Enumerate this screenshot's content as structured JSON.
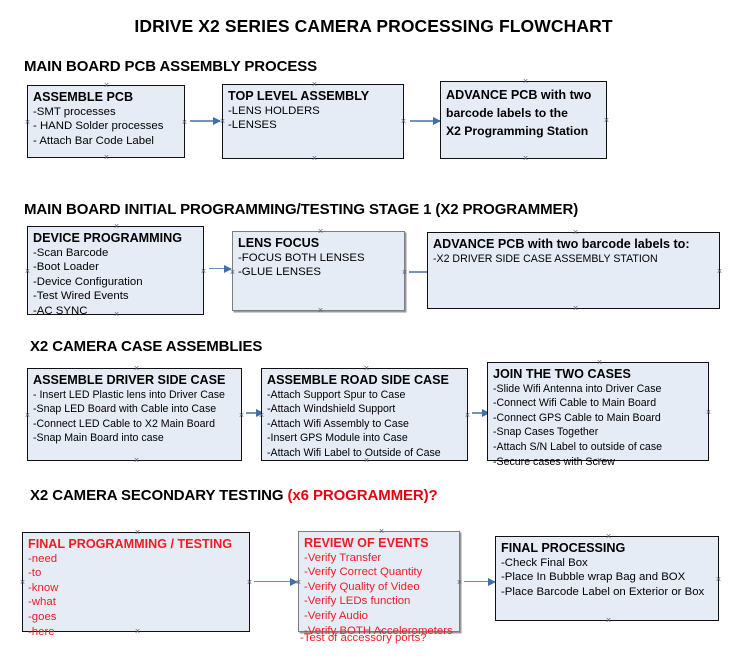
{
  "document": {
    "title": "IDRIVE X2  SERIES CAMERA PROCESSING FLOWCHART",
    "accent_red": "#ee1c25",
    "box_fill": "#e6ecf5",
    "arrow_color": "#7794b8"
  },
  "sections": [
    {
      "id": "main-board-pcb-assembly",
      "heading": "MAIN BOARD PCB ASSEMBLY PROCESS",
      "heading_accent": "",
      "boxes": [
        {
          "id": "assemble-pcb",
          "title": "ASSEMBLE PCB",
          "lines": [
            "-SMT processes",
            "- HAND Solder processes",
            "- Attach Bar Code Label"
          ]
        },
        {
          "id": "top-level-assembly",
          "title": "TOP LEVEL ASSEMBLY",
          "lines": [
            "-LENS HOLDERS",
            "-LENSES"
          ]
        },
        {
          "id": "advance-pcb-to-x2-station",
          "title": "ADVANCE PCB with two",
          "lines": [
            "barcode labels to the",
            " X2 Programming Station"
          ]
        }
      ]
    },
    {
      "id": "main-board-initial-programming",
      "heading": "MAIN BOARD INITIAL PROGRAMMING/TESTING STAGE 1 (X2 PROGRAMMER)",
      "heading_accent": "",
      "boxes": [
        {
          "id": "device-programming",
          "title": "DEVICE PROGRAMMING",
          "lines": [
            "-Scan Barcode",
            "-Boot Loader",
            "-Device Configuration",
            "-Test Wired Events",
            "-AC SYNC"
          ]
        },
        {
          "id": "lens-focus",
          "title": "LENS FOCUS",
          "lines": [
            "-FOCUS BOTH LENSES",
            "-GLUE LENSES"
          ]
        },
        {
          "id": "advance-pcb-to-driver-side-case",
          "title": "ADVANCE PCB with two barcode labels to:",
          "lines": [
            "-X2 DRIVER  SIDE  CASE  ASSEMBLY STATION"
          ]
        }
      ]
    },
    {
      "id": "x2-camera-case-assemblies",
      "heading": "X2 CAMERA CASE ASSEMBLIES",
      "heading_accent": "",
      "boxes": [
        {
          "id": "assemble-driver-side-case",
          "title": "ASSEMBLE DRIVER SIDE CASE",
          "lines": [
            "- Insert LED Plastic lens into Driver Case",
            "-Snap LED Board with Cable into Case",
            "-Connect LED Cable to X2 Main Board",
            "-Snap Main Board into case"
          ]
        },
        {
          "id": "assemble-road-side-case",
          "title": "ASSEMBLE ROAD SIDE CASE",
          "lines": [
            "-Attach Support Spur to Case",
            "-Attach Windshield Support",
            "-Attach Wifi Assembly to Case",
            "-Insert GPS Module into Case",
            "-Attach Wifi Label to Outside of Case"
          ]
        },
        {
          "id": "join-the-two-cases",
          "title": "JOIN THE TWO CASES",
          "lines": [
            "-Slide Wifi Antenna into Driver Case",
            "-Connect Wifi Cable to Main Board",
            "-Connect GPS Cable to Main Board",
            "-Snap Cases Together",
            "-Attach S/N Label to outside of case",
            "-Secure cases with Screw"
          ]
        }
      ]
    },
    {
      "id": "x2-camera-secondary-testing",
      "heading": "X2 CAMERA SECONDARY TESTING ",
      "heading_accent": "(x6 PROGRAMMER)?",
      "boxes": [
        {
          "id": "final-programming-testing",
          "title": "FINAL PROGRAMMING / TESTING",
          "lines": [
            "-need",
            "-to",
            "-know",
            "-what",
            "-goes",
            "-here"
          ]
        },
        {
          "id": "review-of-events",
          "title": "REVIEW OF EVENTS",
          "lines": [
            "-Verify Transfer",
            "-Verify Correct Quantity",
            "-Verify Quality of Video",
            "-Verify LEDs function",
            "-Verify Audio",
            "-Verify BOTH Accelerometers",
            "-Test of accessory ports?"
          ]
        },
        {
          "id": "final-processing",
          "title": "FINAL PROCESSING",
          "lines": [
            " -Check Final Box",
            "-Place In Bubble wrap Bag and BOX",
            "-Place Barcode Label on Exterior or Box"
          ]
        }
      ]
    }
  ]
}
